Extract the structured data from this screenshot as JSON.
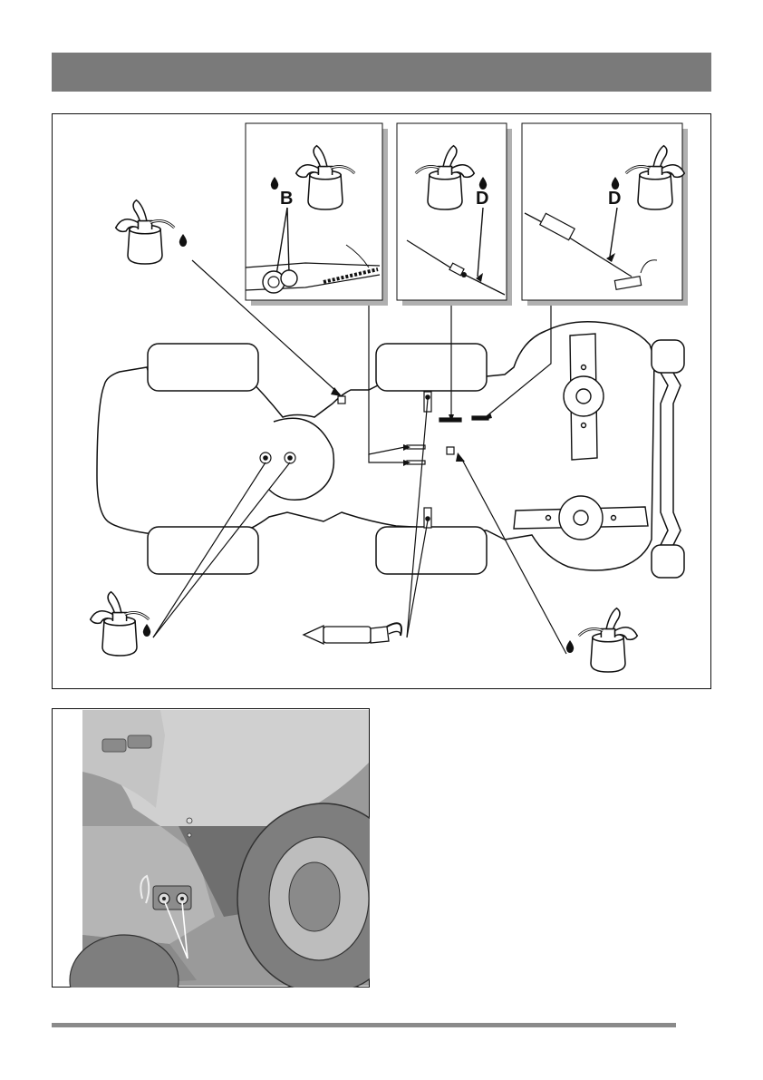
{
  "page": {
    "header_text": "",
    "footer_text": ""
  },
  "figure_main": {
    "insets": [
      {
        "label": "B"
      },
      {
        "label": "D"
      },
      {
        "label": "D"
      }
    ]
  },
  "icons": {
    "oil_can": "oil-can-icon",
    "grease_gun": "grease-gun-icon",
    "oil_drop": "oil-drop-icon"
  },
  "colors": {
    "header_bar": "#7a7a7a",
    "footer_bar": "#8a8a8a",
    "line": "#111111",
    "inset_shadow": "#b0b0b0",
    "photo_bg": "#8f8f8f"
  }
}
